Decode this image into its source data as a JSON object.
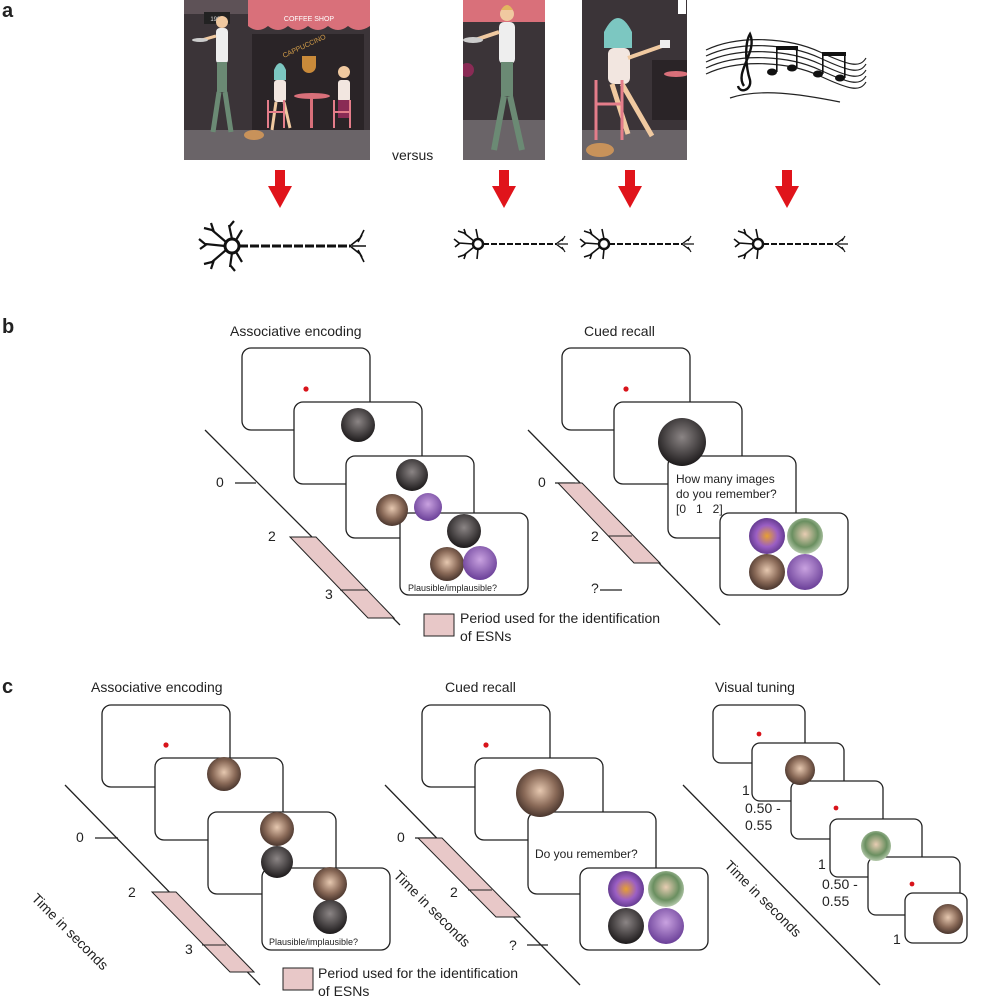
{
  "panels": {
    "a": {
      "letter": "a",
      "versus": "versus",
      "scene_sign": "COFFEE SHOP",
      "scene_number": "1994",
      "scene_awning": "CAPPUCCINO"
    },
    "b": {
      "letter": "b",
      "encoding_title": "Associative encoding",
      "recall_title": "Cued recall",
      "ticks_encoding": [
        "0",
        "2",
        "3"
      ],
      "ticks_recall": [
        "0",
        "2",
        "?"
      ],
      "prompt_plausible": "Plausible/implausible?",
      "prompt_howmany": "How many images\ndo you remember?\n[0   1   2]",
      "legend": "Period used for the identification\nof ESNs"
    },
    "c": {
      "letter": "c",
      "encoding_title": "Associative encoding",
      "recall_title": "Cued recall",
      "tuning_title": "Visual tuning",
      "axis_label": "Time in seconds",
      "ticks_encoding": [
        "0",
        "2",
        "3"
      ],
      "ticks_recall": [
        "0",
        "2",
        "?"
      ],
      "ticks_tuning": [
        "1",
        "0.50 -\n0.55",
        "1",
        "0.50 -\n0.55",
        "1"
      ],
      "prompt_plausible": "Plausible/implausible?",
      "prompt_remember": "Do you remember?",
      "legend": "Period used for the identification\nof ESNs"
    }
  },
  "colors": {
    "arrow": "#e0141b",
    "fixation_dot": "#d8141b",
    "esn_period": "#e8c8c8",
    "scene_bg": "#3b3438",
    "awning": "#d9707a",
    "neuron": "#111111"
  },
  "icons": [
    "red-down-arrow-icon",
    "neuron-icon",
    "music-notes-icon",
    "fixation-dot-icon"
  ]
}
